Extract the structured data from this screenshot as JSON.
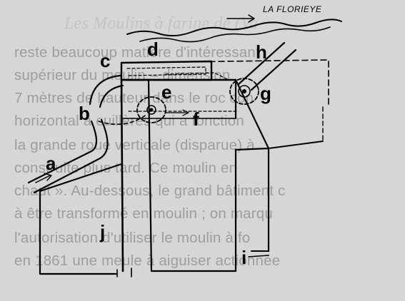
{
  "river_label": "LA FLORIEYE",
  "labels": {
    "a": "a",
    "b": "b",
    "c": "c",
    "d": "d",
    "e": "e",
    "f": "f",
    "g": "g",
    "h": "h",
    "i": "i",
    "j": "j"
  },
  "ghost_text": [
    "Les Moulins à farine de (Va",
    "reste beaucoup matière d'intéressant",
    "supérieur du moulin – dimension",
    "7 mètres de hauteur dans le roc con",
    "horizontal à cuillères qui a fonction",
    "la grande roue verticale (disparue) à",
    "construite plus tard. Ce moulin en",
    "chaut ». Au-dessous, le grand bâtiment c",
    "à être transformé en moulin ; on marqu",
    "l'autorisation d'utiliser le moulin à fo",
    "en 1861 une meule à aiguiser actionnée",
    ""
  ]
}
